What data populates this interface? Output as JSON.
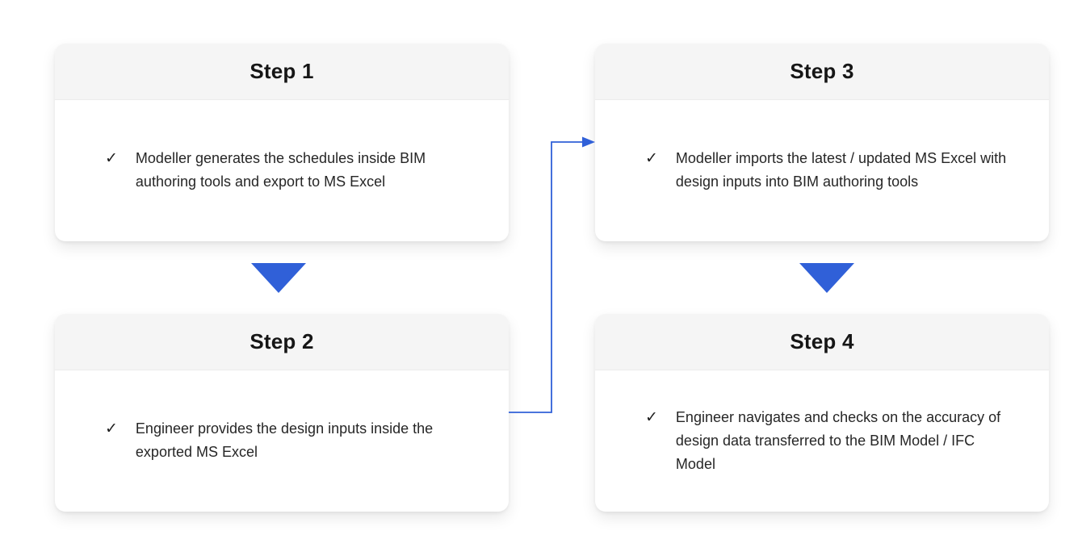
{
  "diagram": {
    "bullet_icon": "✓",
    "steps": [
      {
        "title": "Step 1",
        "description": "Modeller generates the schedules inside BIM authoring tools and export to MS Excel"
      },
      {
        "title": "Step 2",
        "description": "Engineer provides the design inputs inside the exported MS Excel"
      },
      {
        "title": "Step 3",
        "description": "Modeller imports the latest / updated MS Excel with design inputs into BIM authoring tools"
      },
      {
        "title": "Step 4",
        "description": "Engineer navigates and checks on the accuracy of design data transferred to the BIM Model / IFC Model"
      }
    ],
    "colors": {
      "arrow_blue": "#3060d8",
      "header_bg": "#f5f5f5",
      "card_bg": "#ffffff",
      "title_text": "#161616",
      "body_text": "#262626",
      "page_bg": "#ffffff"
    }
  }
}
